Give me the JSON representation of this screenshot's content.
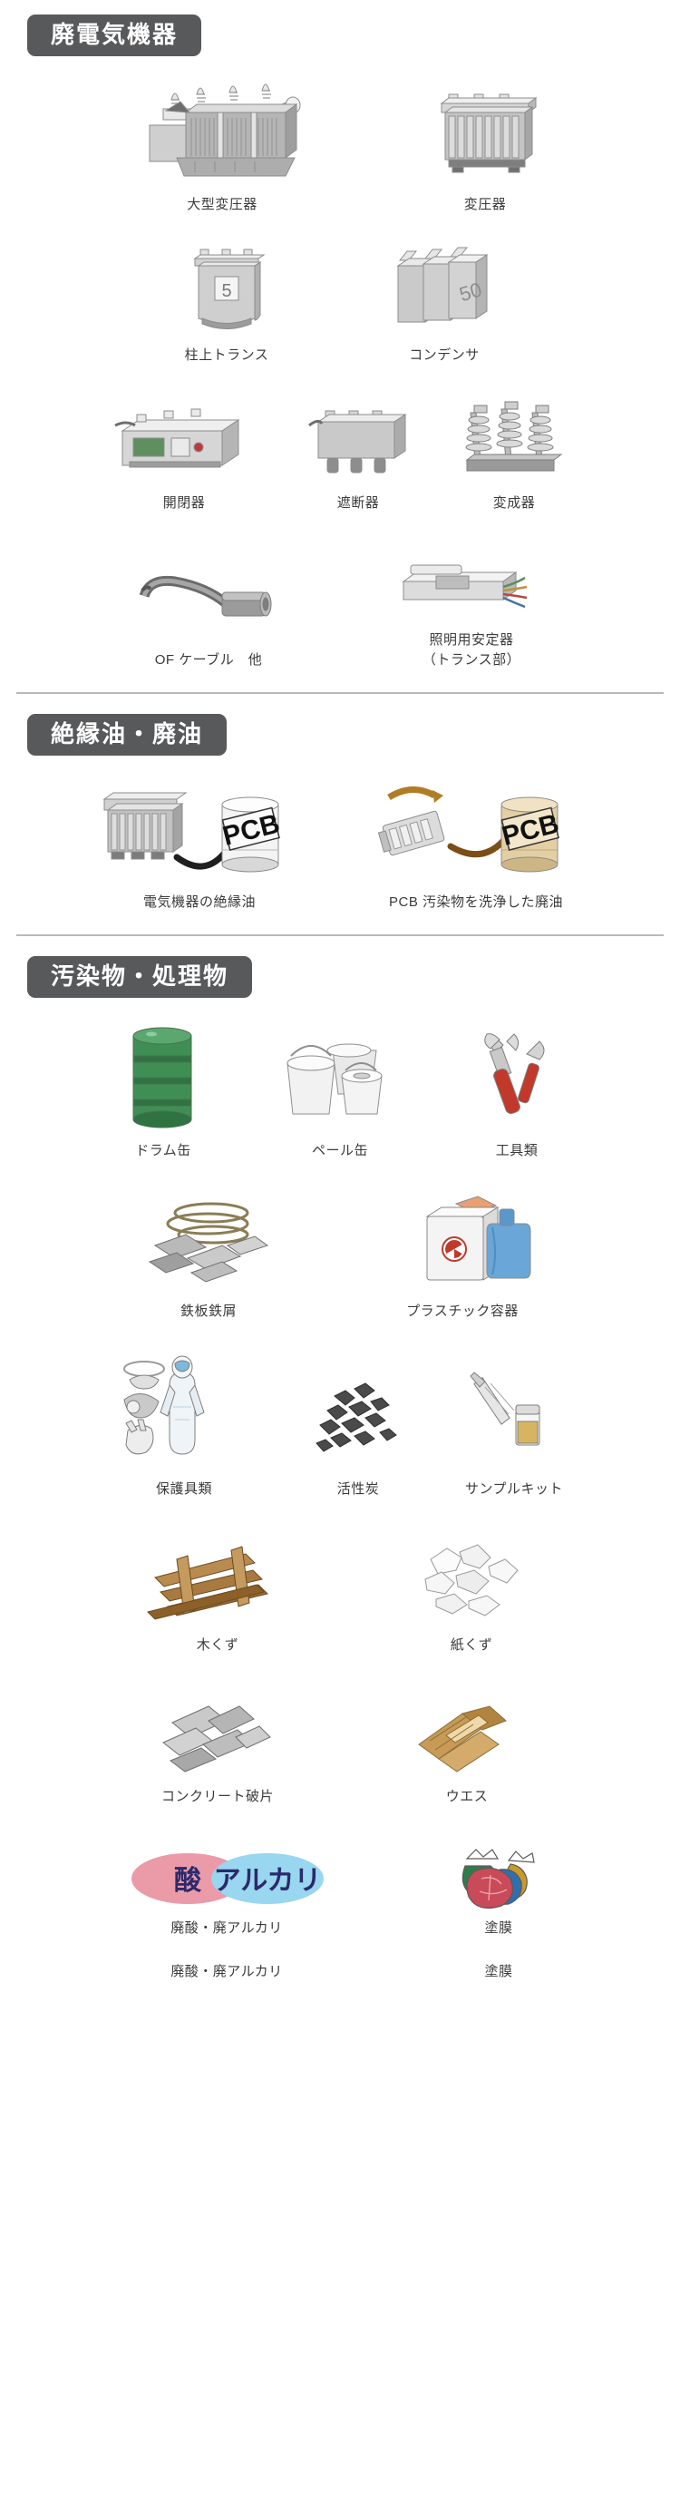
{
  "sections": [
    {
      "title": "廃電気機器",
      "rows": [
        {
          "items": [
            {
              "label": "大型変圧器",
              "icon": "large-transformer"
            },
            {
              "label": "変圧器",
              "icon": "transformer"
            }
          ]
        },
        {
          "items": [
            {
              "label": "柱上トランス",
              "icon": "pole-transformer"
            },
            {
              "label": "コンデンサ",
              "icon": "capacitor"
            }
          ]
        },
        {
          "items": [
            {
              "label": "開閉器",
              "icon": "switchgear"
            },
            {
              "label": "遮断器",
              "icon": "circuit-breaker"
            },
            {
              "label": "変成器",
              "icon": "instrument-transformer"
            }
          ]
        },
        {
          "items": [
            {
              "label": "OF ケーブル　他",
              "icon": "of-cable"
            },
            {
              "label": "照明用安定器\n（トランス部）",
              "icon": "lighting-ballast"
            }
          ]
        }
      ]
    },
    {
      "title": "絶縁油・廃油",
      "rows": [
        {
          "items": [
            {
              "label": "電気機器の絶縁油",
              "icon": "insulating-oil"
            },
            {
              "label": "PCB 汚染物を洗浄した廃油",
              "icon": "waste-oil"
            }
          ]
        }
      ]
    },
    {
      "title": "汚染物・処理物",
      "rows": [
        {
          "items": [
            {
              "label": "ドラム缶",
              "icon": "drum-can"
            },
            {
              "label": "ペール缶",
              "icon": "pail-can"
            },
            {
              "label": "工具類",
              "icon": "tools"
            }
          ]
        },
        {
          "items": [
            {
              "label": "鉄板鉄屑",
              "icon": "scrap-iron"
            },
            {
              "label": "プラスチック容器",
              "icon": "plastic-container"
            }
          ]
        },
        {
          "items": [
            {
              "label": "保護具類",
              "icon": "protective-gear"
            },
            {
              "label": "活性炭",
              "icon": "activated-carbon"
            },
            {
              "label": "サンプルキット",
              "icon": "sample-kit"
            }
          ]
        },
        {
          "items": [
            {
              "label": "木くず",
              "icon": "wood-chips"
            },
            {
              "label": "紙くず",
              "icon": "paper-scraps"
            }
          ]
        },
        {
          "items": [
            {
              "label": "コンクリート破片",
              "icon": "concrete-debris"
            },
            {
              "label": "ウエス",
              "icon": "waste-cloth"
            }
          ]
        },
        {
          "items": [
            {
              "label": "廃酸・廃アルカリ",
              "label2": "廃酸・廃アルカリ",
              "icon": "acid-alkali"
            },
            {
              "label": "塗膜",
              "label2": "塗膜",
              "icon": "paint-film"
            }
          ]
        }
      ]
    }
  ],
  "badges": {
    "acid": "酸",
    "alkali": "アルカリ"
  },
  "colors": {
    "header_bg": "#58595b",
    "acid_badge": "#eb9aa8",
    "alkali_badge": "#99d6f0",
    "badge_text": "#2b2a6b",
    "drum_green": "#3f8f55",
    "caption": "#3b3b3b"
  }
}
